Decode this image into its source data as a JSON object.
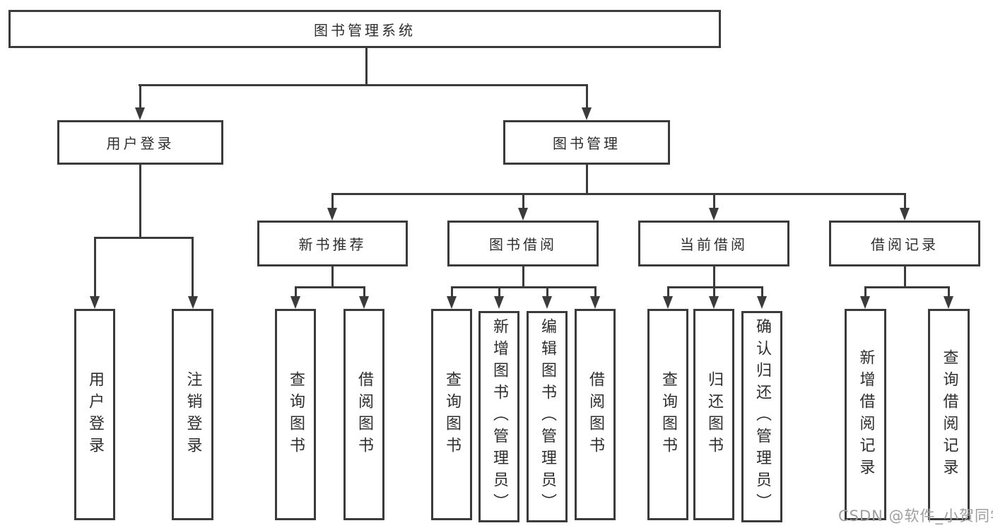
{
  "tree": {
    "label": "图书管理系统",
    "children": [
      {
        "label": "用户登录",
        "children": [
          {
            "label": "用户登录"
          },
          {
            "label": "注销登录"
          }
        ]
      },
      {
        "label": "图书管理",
        "children": [
          {
            "label": "新书推荐",
            "children": [
              {
                "label": "查询图书"
              },
              {
                "label": "借阅图书"
              }
            ]
          },
          {
            "label": "图书借阅",
            "children": [
              {
                "label": "查询图书"
              },
              {
                "label": "新增图书（管理员）"
              },
              {
                "label": "编辑图书（管理员）"
              },
              {
                "label": "借阅图书"
              }
            ]
          },
          {
            "label": "当前借阅",
            "children": [
              {
                "label": "查询图书"
              },
              {
                "label": "归还图书"
              },
              {
                "label": "确认归还（管理员）"
              }
            ]
          },
          {
            "label": "借阅记录",
            "children": [
              {
                "label": "新增借阅记录"
              },
              {
                "label": "查询借阅记录"
              }
            ]
          }
        ]
      }
    ]
  },
  "watermark": "CSDN @软件_小贺同学",
  "colors": {
    "line": "#3b3b3b",
    "text": "#2e2e2e",
    "background": "#ffffff",
    "watermark": "#9e9e9e"
  }
}
